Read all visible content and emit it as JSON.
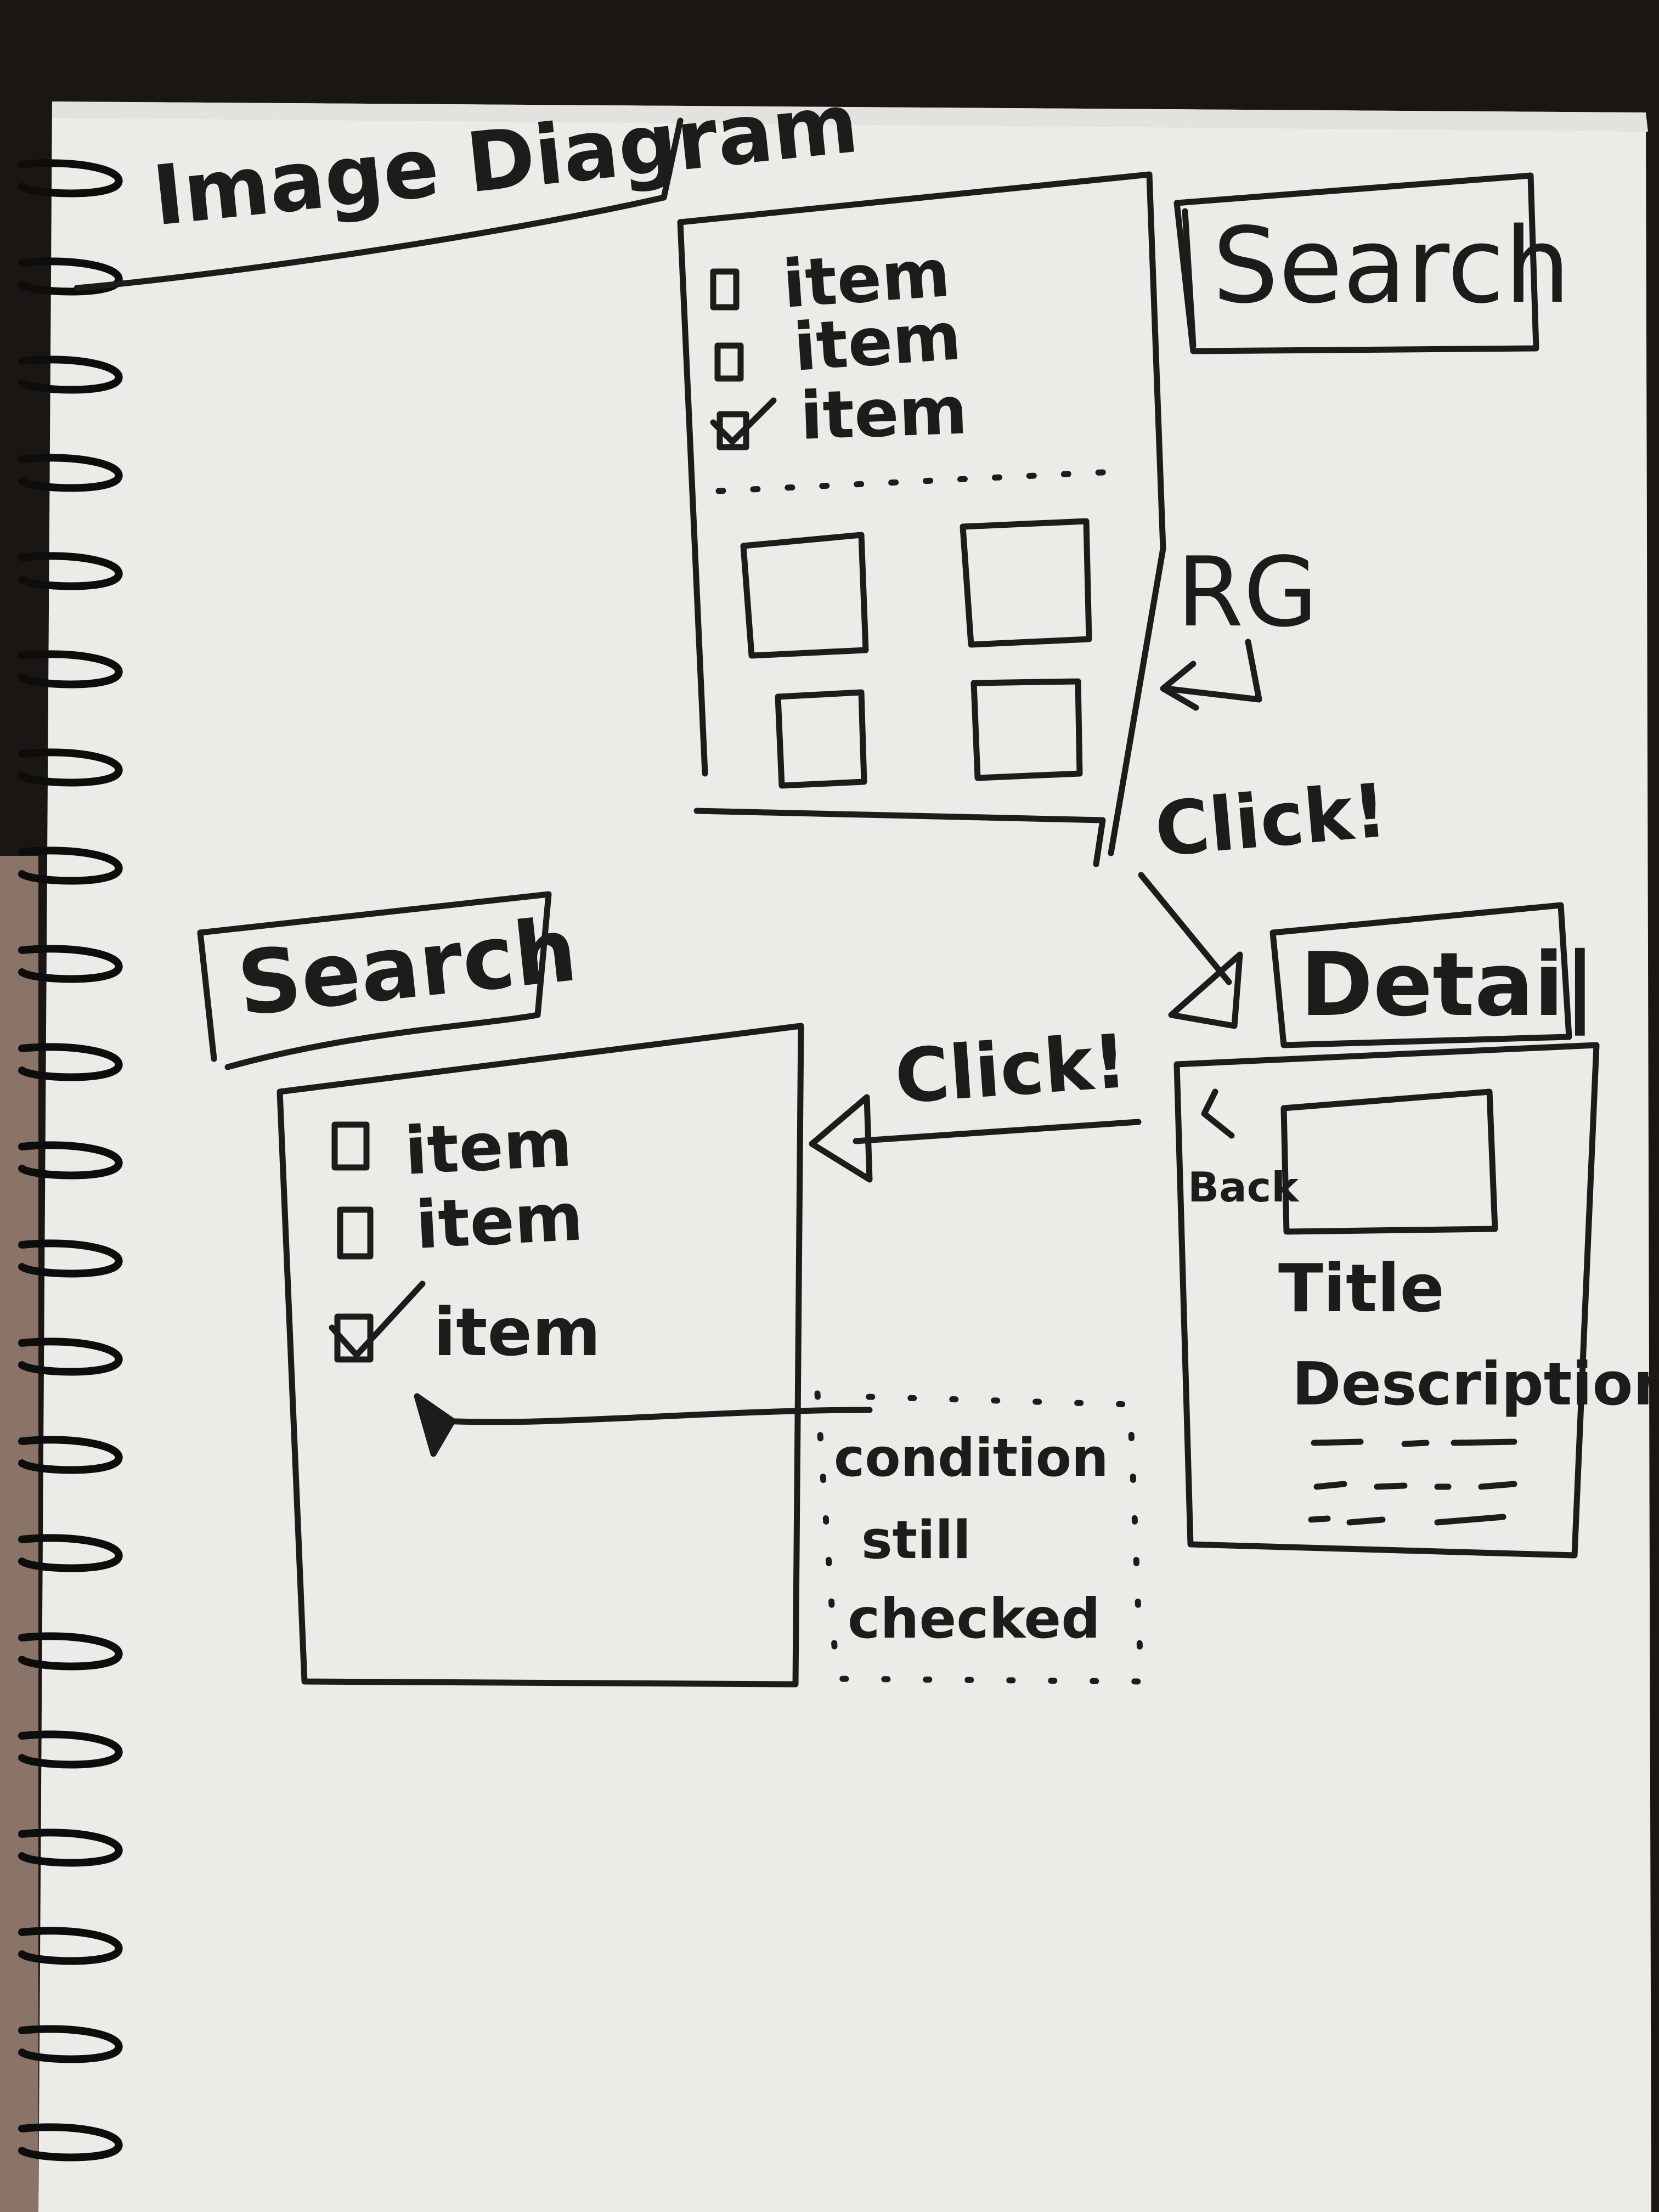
{
  "title": "Image Diagram",
  "screens": {
    "search_grid": {
      "header": "Search",
      "items": [
        {
          "label": "item",
          "checked": false
        },
        {
          "label": "item",
          "checked": false
        },
        {
          "label": "item",
          "checked": true
        }
      ],
      "side_label": "RG"
    },
    "detail": {
      "header": "Detai|",
      "back_label": "Back",
      "title": "Title",
      "description": "Description"
    },
    "search_list": {
      "header": "Search",
      "items": [
        {
          "label": "item",
          "checked": false
        },
        {
          "label": "item",
          "checked": false
        },
        {
          "label": "item",
          "checked": true
        }
      ]
    }
  },
  "transitions": {
    "to_detail": "Click!",
    "to_search": "Click!"
  },
  "note": {
    "line1": "condition",
    "line2": "still",
    "line3": "checked"
  },
  "colors": {
    "ink": "#1c1c1c",
    "paper": "#eeeeea",
    "background": "#1a1613",
    "spiral": "#0d0d0d"
  }
}
